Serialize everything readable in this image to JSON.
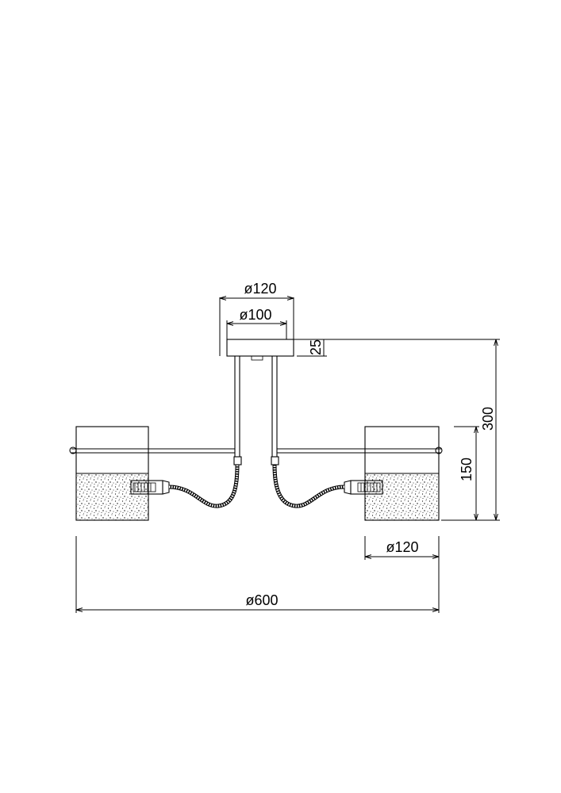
{
  "dimensions": {
    "canopy_outer_diameter": "ø120",
    "canopy_inner_diameter": "ø100",
    "canopy_height": "25",
    "total_height": "300",
    "shade_height": "150",
    "shade_diameter": "ø120",
    "total_width": "ø600"
  },
  "colors": {
    "line": "#000000",
    "background": "#ffffff"
  }
}
